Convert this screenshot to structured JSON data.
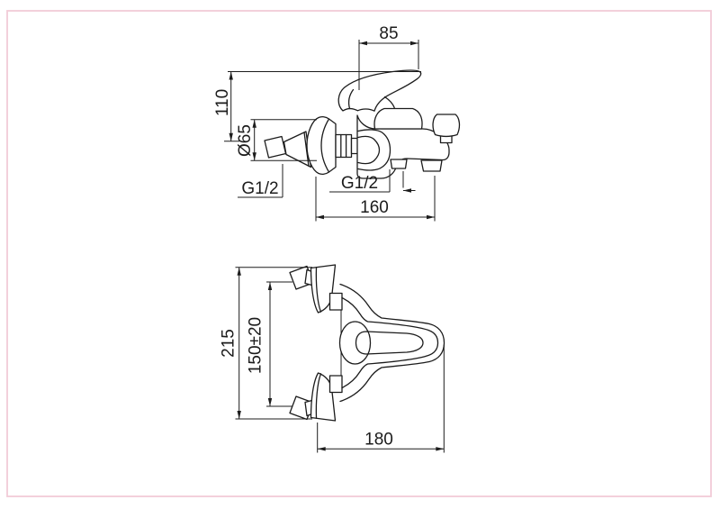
{
  "colors": {
    "background": "#ffffff",
    "frame_border": "#f2cbd7",
    "line": "#1c1c1c"
  },
  "drawing": {
    "kind": "technical-dimension-drawing",
    "subject": "wall-mounted single-lever bath mixer, side view and plan view"
  },
  "side_view": {
    "dimensions": {
      "handle_projection": "85",
      "height_above_axis": "110",
      "flange_diameter": "Ø65",
      "shower_outlet_thread": "G1/2",
      "hose_outlet_thread": "G1/2",
      "spout_reach": "160"
    }
  },
  "plan_view": {
    "dimensions": {
      "overall_width": "215",
      "connection_centres": "150±20",
      "overall_depth": "180"
    }
  }
}
